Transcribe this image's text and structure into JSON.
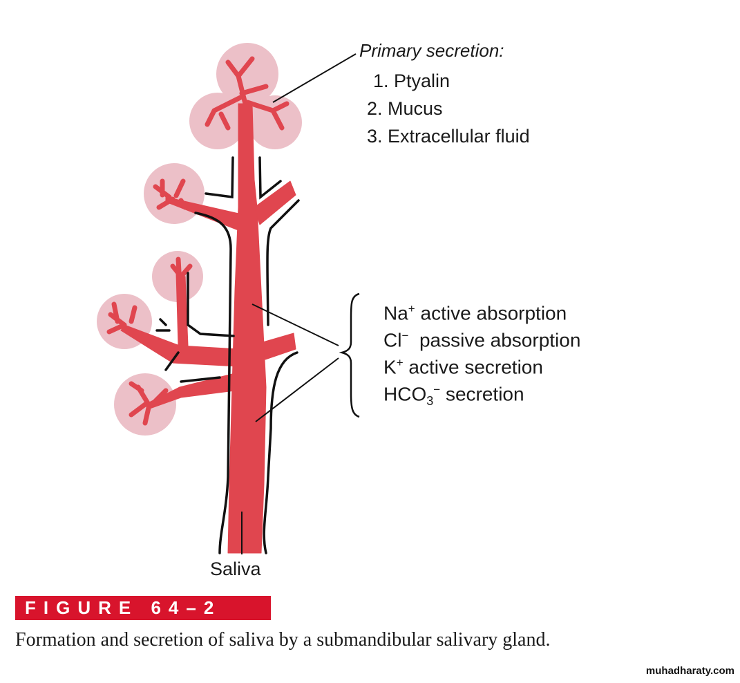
{
  "primary_secretion": {
    "title": "Primary secretion:",
    "items": [
      "1. Ptyalin",
      "2. Mucus",
      "3. Extracellular fluid"
    ]
  },
  "duct_processes": {
    "items": [
      {
        "ion": "Na",
        "sup": "+",
        "text": " active absorption"
      },
      {
        "ion": "Cl",
        "sup": "−",
        "text": "  passive absorption"
      },
      {
        "ion": "K",
        "sup": "+",
        "text": " active secretion"
      },
      {
        "ion": "HCO",
        "sub": "3",
        "sup": "−",
        "text": " secretion"
      }
    ]
  },
  "saliva_label": "Saliva",
  "figure": {
    "label": "FIGURE 64–2",
    "caption": "Formation and secretion of saliva by a submandibular salivary gland."
  },
  "watermark": "muhadharaty.com",
  "colors": {
    "duct": "#e0464f",
    "acinus": "#ecc0c8",
    "figure_box": "#d8142c"
  }
}
